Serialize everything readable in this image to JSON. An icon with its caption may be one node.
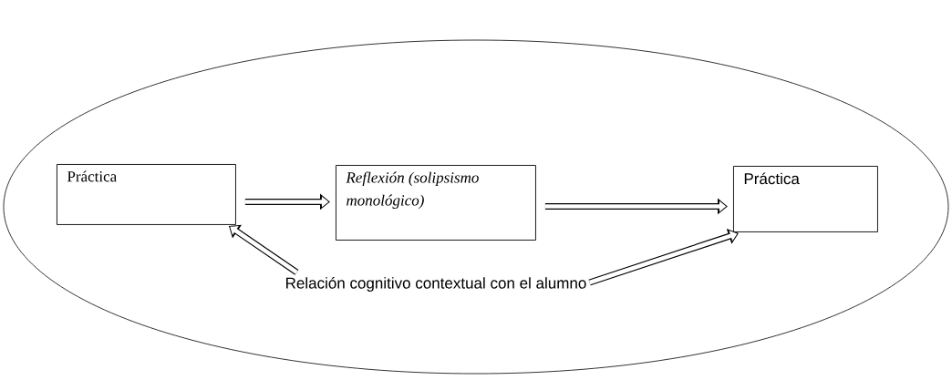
{
  "diagram": {
    "nodes": [
      {
        "text": [],
        "shape": "ellipse"
      },
      {
        "text": [
          "Práctica"
        ],
        "in": 0
      },
      {
        "text": [
          "Reflexión (solipsismo monológico)"
        ],
        "in": 0
      },
      {
        "text": [
          "Práctica"
        ],
        "in": 0
      },
      {
        "text": [
          "Relación cognitivo contextual con el alumno"
        ],
        "in": 0
      }
    ],
    "edges": [
      {
        "from": 1,
        "to": 2,
        "arrow": "to"
      },
      {
        "from": 2,
        "to": 3,
        "arrow": "to"
      },
      {
        "from": 4,
        "to": 1,
        "arrow": "to"
      },
      {
        "from": 4,
        "to": 3,
        "arrow": "to"
      }
    ]
  }
}
